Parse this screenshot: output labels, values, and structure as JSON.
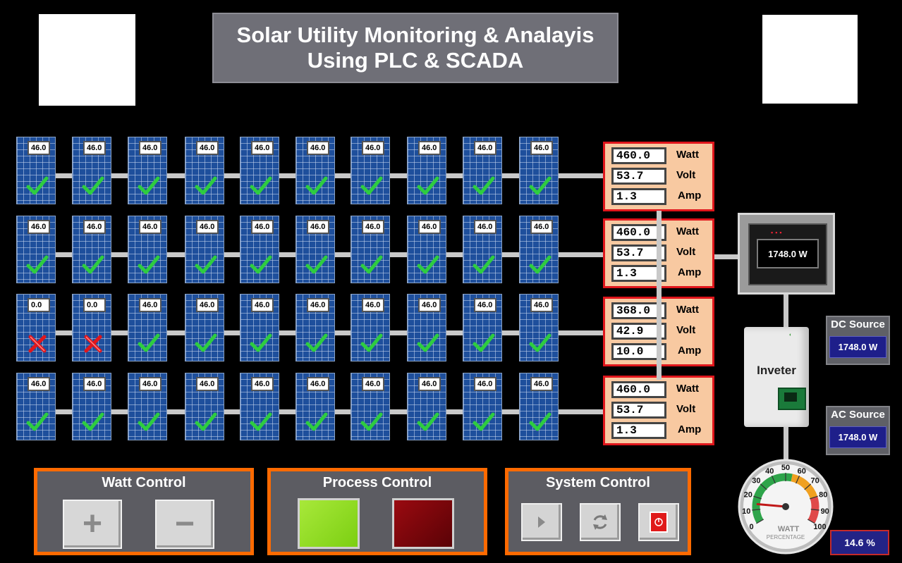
{
  "header": {
    "title_line1": "Solar Utility Monitoring & Analayis",
    "title_line2": "Using PLC & SCADA"
  },
  "pv_rows": [
    {
      "panels": [
        {
          "value": "46.0",
          "status": "ok"
        },
        {
          "value": "46.0",
          "status": "ok"
        },
        {
          "value": "46.0",
          "status": "ok"
        },
        {
          "value": "46.0",
          "status": "ok"
        },
        {
          "value": "46.0",
          "status": "ok"
        },
        {
          "value": "46.0",
          "status": "ok"
        },
        {
          "value": "46.0",
          "status": "ok"
        },
        {
          "value": "46.0",
          "status": "ok"
        },
        {
          "value": "46.0",
          "status": "ok"
        },
        {
          "value": "46.0",
          "status": "ok"
        }
      ],
      "meter": {
        "watt": "460.0",
        "volt": "53.7",
        "amp": "1.3"
      }
    },
    {
      "panels": [
        {
          "value": "46.0",
          "status": "ok"
        },
        {
          "value": "46.0",
          "status": "ok"
        },
        {
          "value": "46.0",
          "status": "ok"
        },
        {
          "value": "46.0",
          "status": "ok"
        },
        {
          "value": "46.0",
          "status": "ok"
        },
        {
          "value": "46.0",
          "status": "ok"
        },
        {
          "value": "46.0",
          "status": "ok"
        },
        {
          "value": "46.0",
          "status": "ok"
        },
        {
          "value": "46.0",
          "status": "ok"
        },
        {
          "value": "46.0",
          "status": "ok"
        }
      ],
      "meter": {
        "watt": "460.0",
        "volt": "53.7",
        "amp": "1.3"
      }
    },
    {
      "panels": [
        {
          "value": "0.0",
          "status": "fault"
        },
        {
          "value": "0.0",
          "status": "fault"
        },
        {
          "value": "46.0",
          "status": "ok"
        },
        {
          "value": "46.0",
          "status": "ok"
        },
        {
          "value": "46.0",
          "status": "ok"
        },
        {
          "value": "46.0",
          "status": "ok"
        },
        {
          "value": "46.0",
          "status": "ok"
        },
        {
          "value": "46.0",
          "status": "ok"
        },
        {
          "value": "46.0",
          "status": "ok"
        },
        {
          "value": "46.0",
          "status": "ok"
        }
      ],
      "meter": {
        "watt": "368.0",
        "volt": "42.9",
        "amp": "10.0"
      }
    },
    {
      "panels": [
        {
          "value": "46.0",
          "status": "ok"
        },
        {
          "value": "46.0",
          "status": "ok"
        },
        {
          "value": "46.0",
          "status": "ok"
        },
        {
          "value": "46.0",
          "status": "ok"
        },
        {
          "value": "46.0",
          "status": "ok"
        },
        {
          "value": "46.0",
          "status": "ok"
        },
        {
          "value": "46.0",
          "status": "ok"
        },
        {
          "value": "46.0",
          "status": "ok"
        },
        {
          "value": "46.0",
          "status": "ok"
        },
        {
          "value": "46.0",
          "status": "ok"
        }
      ],
      "meter": {
        "watt": "460.0",
        "volt": "53.7",
        "amp": "1.3"
      }
    }
  ],
  "meter_units": {
    "watt": "Watt",
    "volt": "Volt",
    "amp": "Amp"
  },
  "inverter_display": {
    "value": "1748.0 W"
  },
  "inverter": {
    "label": "Inveter"
  },
  "dc_source": {
    "title": "DC Source",
    "value": "1748.0 W"
  },
  "ac_source": {
    "title": "AC Source",
    "value": "1748.0 W"
  },
  "watt_control": {
    "title": "Watt Control",
    "plus": "+",
    "minus": "−"
  },
  "process_control": {
    "title": "Process Control"
  },
  "system_control": {
    "title": "System Control"
  },
  "gauge": {
    "ticks": [
      "0",
      "10",
      "20",
      "30",
      "40",
      "50",
      "60",
      "70",
      "80",
      "90",
      "100"
    ],
    "label": "WATT",
    "sublabel": "PERCENTAGE",
    "value": 14.6
  },
  "percentage": {
    "value": "14.6 %"
  },
  "colors": {
    "ok": "#2ecc40",
    "fault": "#e0161c",
    "accent": "#ff6a00",
    "meter_bg": "#f8c9a1",
    "source_blue": "#1e1f8a"
  },
  "icons": {
    "ok": "check-icon",
    "fault": "cross-icon",
    "play": "play-icon",
    "refresh": "refresh-icon",
    "power": "power-icon"
  }
}
